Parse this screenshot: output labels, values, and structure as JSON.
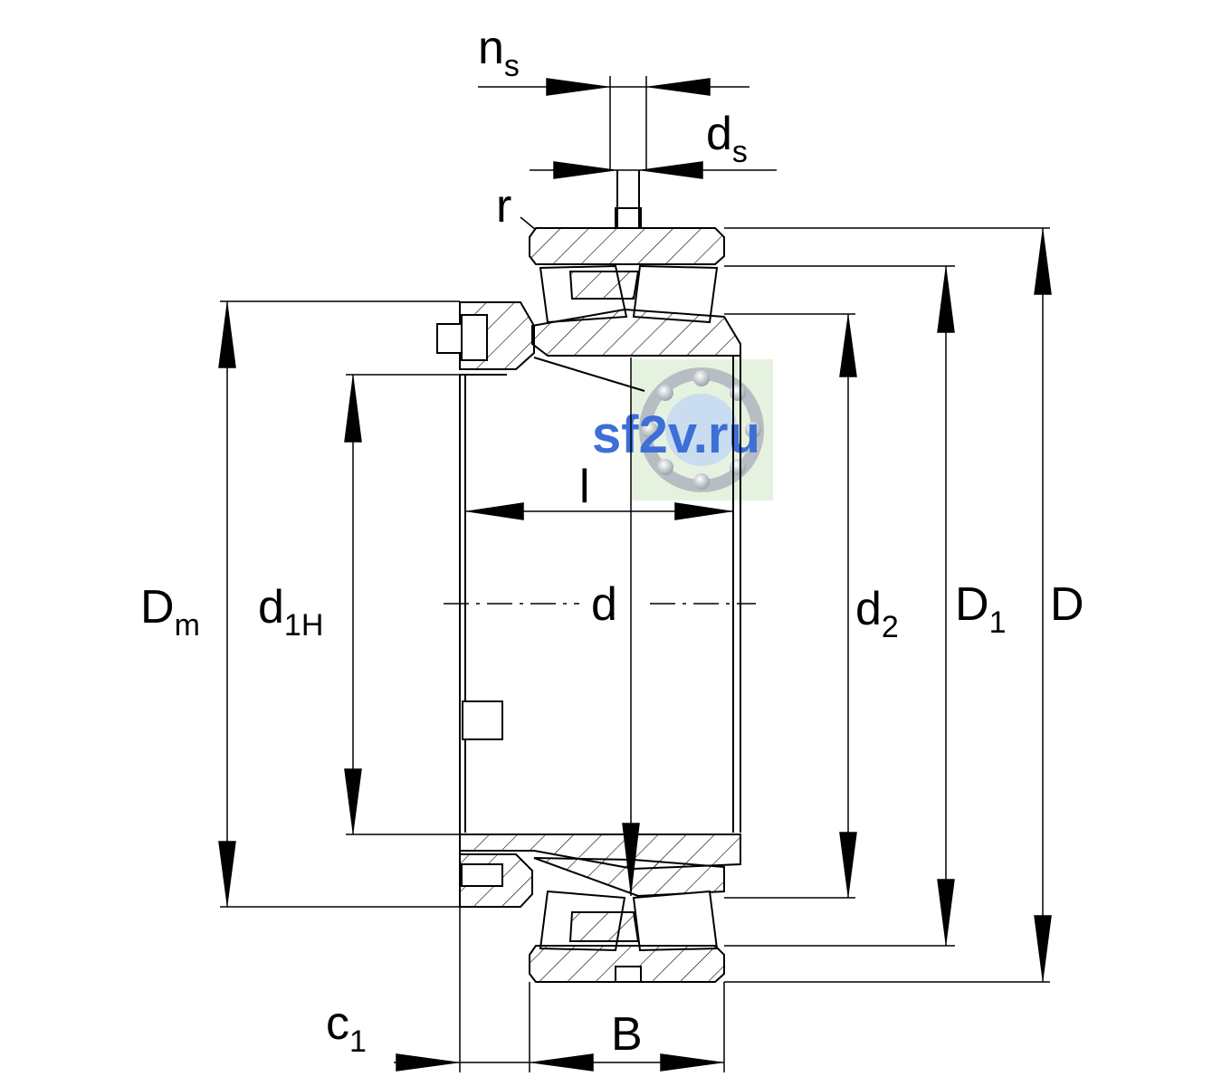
{
  "labels": {
    "ns_main": "n",
    "ns_sub": "s",
    "ds_main": "d",
    "ds_sub": "s",
    "r": "r",
    "l": "l",
    "d": "d",
    "Dm_main": "D",
    "Dm_sub": "m",
    "d1H_main": "d",
    "d1H_sub": "1H",
    "d2_main": "d",
    "d2_sub": "2",
    "D1_main": "D",
    "D1_sub": "1",
    "D": "D",
    "c1_main": "c",
    "c1_sub": "1",
    "B": "B"
  },
  "watermark": {
    "text": "sf2v.ru"
  },
  "colors": {
    "line": "#000000",
    "watermark_text": "#3d6fd6",
    "watermark_bg": "#e6f2e0"
  }
}
